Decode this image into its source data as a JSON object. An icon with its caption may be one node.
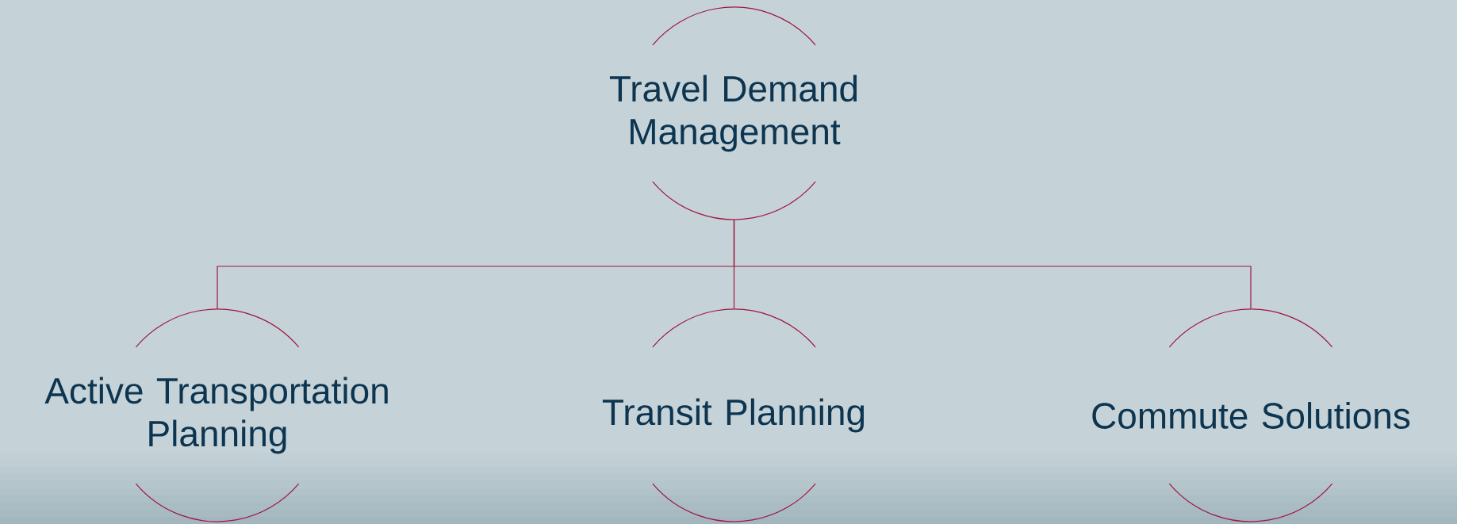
{
  "diagram": {
    "nodes": [
      {
        "text": [
          "Travel Demand Management"
        ]
      },
      {
        "text": [
          "Active Transportation Planning"
        ]
      },
      {
        "text": [
          "Transit Planning"
        ]
      },
      {
        "text": [
          "Commute Solutions"
        ]
      }
    ],
    "edges": [
      {
        "from": 0,
        "to": 1,
        "arrow": "none"
      },
      {
        "from": 0,
        "to": 2,
        "arrow": "none"
      },
      {
        "from": 0,
        "to": 3,
        "arrow": "none"
      }
    ]
  }
}
